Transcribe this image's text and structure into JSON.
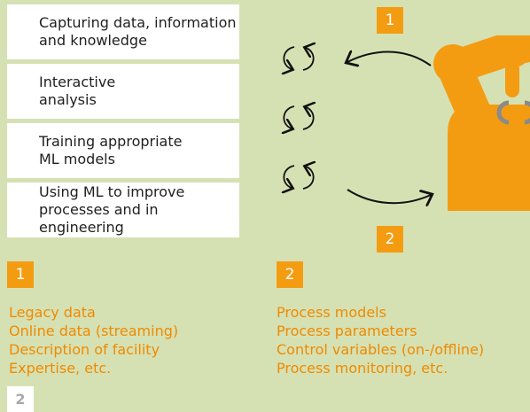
{
  "steps": [
    {
      "label": "Capturing data, information\nand knowledge"
    },
    {
      "label": "Interactive\nanalysis"
    },
    {
      "label": "Training appropriate\nML models"
    },
    {
      "label": "Using ML to improve\nprocesses and in engineering"
    }
  ],
  "diagram_badges": {
    "input": "1",
    "output": "2"
  },
  "lists": {
    "one": {
      "badge": "1",
      "items": [
        "Legacy data",
        "Online data (streaming)",
        "Description of facility",
        "Expertise, etc."
      ]
    },
    "two": {
      "badge": "2",
      "items": [
        "Process models",
        "Process parameters",
        "Control variables (on-/offline)",
        "Process monitoring, etc."
      ]
    }
  },
  "page_number": "2",
  "colors": {
    "background": "#d6e1b3",
    "accent": "#f39c12",
    "list_text": "#ef8a00",
    "robot": "#f39c12"
  }
}
